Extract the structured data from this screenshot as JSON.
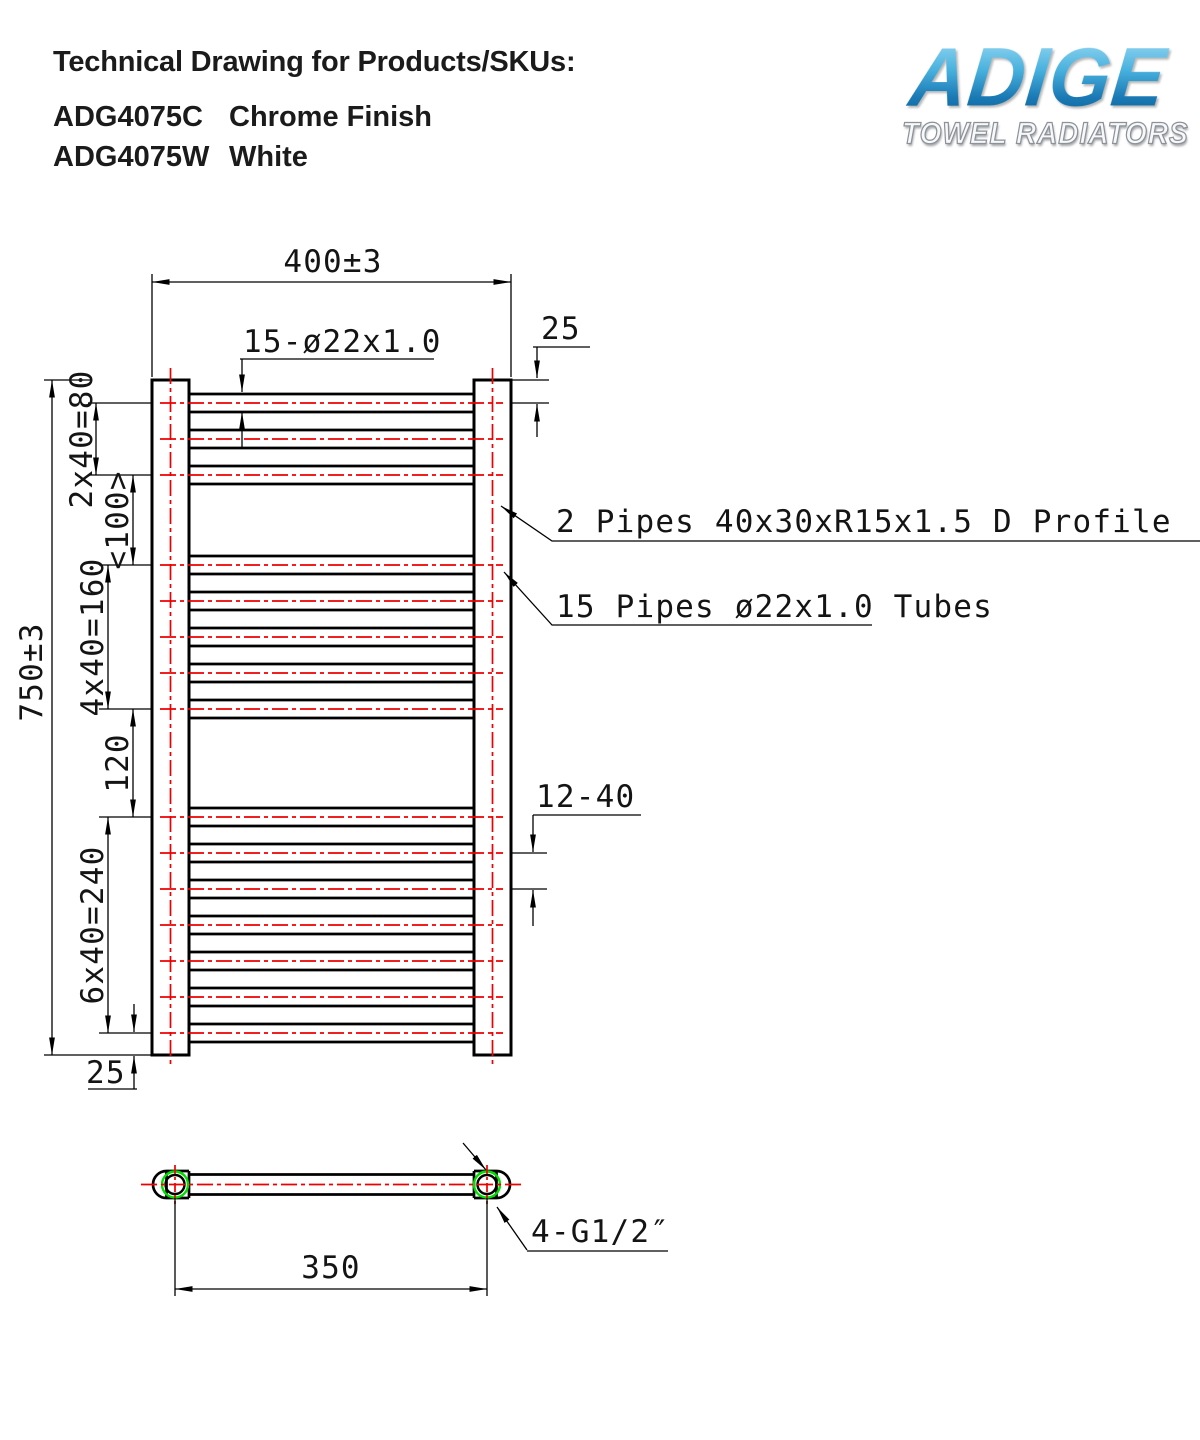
{
  "header": {
    "title": "Technical Drawing for Products/SKUs:",
    "skus": [
      {
        "code": "ADG4075C",
        "finish": "Chrome Finish"
      },
      {
        "code": "ADG4075W",
        "finish": "White"
      }
    ]
  },
  "logo": {
    "brand": "ADIGE",
    "tagline": "TOWEL RADIATORS"
  },
  "front_view": {
    "dim_overall_width": "400±3",
    "dim_overall_height": "750±3",
    "callout_tubes": "15-ø22x1.0",
    "dim_top_offset": "25",
    "dim_bottom_offset": "25",
    "dim_group_top": "2x40=80",
    "dim_gap_reference": "<100>",
    "dim_group_mid": "4x40=160",
    "dim_gap_mid": "120",
    "dim_group_bottom": "6x40=240",
    "dim_tube_pitch": "12-40",
    "label_d_profile": "2 Pipes 40x30xR15x1.5 D Profile",
    "label_tubes": "15 Pipes ø22x1.0 Tubes",
    "tube_count": 15
  },
  "bottom_view": {
    "dim_hole_centers": "350",
    "label_thread": "4-G1/2″"
  },
  "colors": {
    "outline": "#000000",
    "centerline_red": "#ee0000",
    "thread_green": "#00dd00",
    "logo_blue_top": "#a6e0f6",
    "logo_blue_bottom": "#0b5d93"
  }
}
